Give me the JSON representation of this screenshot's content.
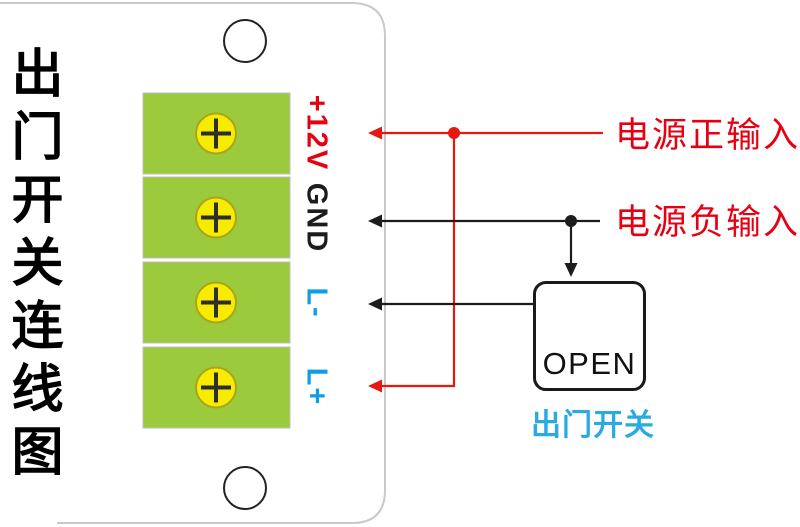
{
  "title": "出门开关连线图",
  "terminals": [
    {
      "label": "+12V",
      "color": "#E60012"
    },
    {
      "label": "GND",
      "color": "#1C1C1C"
    },
    {
      "label": "L-",
      "color": "#0D9EE4"
    },
    {
      "label": "L+",
      "color": "#0D9EE4"
    }
  ],
  "wiring_labels": {
    "positive_input": "电源正输入",
    "negative_input": "电源负输入"
  },
  "switch": {
    "button_label": "OPEN",
    "caption": "出门开关"
  },
  "colors": {
    "terminal_green": "#9BCB3C",
    "terminal_border": "#BFBFBF",
    "screw_yellow": "#F7EB00",
    "screw_outline": "#ABA41E",
    "screw_cross": "#2E2E2E",
    "wire_red": "#E8180F",
    "wire_black": "#1C1C1C",
    "label_blue": "#0D9EE4",
    "caption_blue": "#29ABE2",
    "text_red": "#E60012",
    "panel_outline": "#C9C9C9"
  }
}
